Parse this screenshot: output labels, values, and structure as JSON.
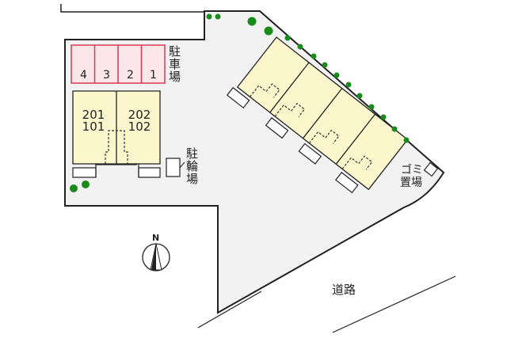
{
  "diagram": {
    "type": "site-plan",
    "colors": {
      "lot": "#f2f2f2",
      "building": "#fbf6cc",
      "parking": "#fbe6ea",
      "parking_border": "#d83a55",
      "tree": "#1a8a1a",
      "outline": "#222222"
    },
    "parking": {
      "label": "駐車場",
      "spaces": [
        "4",
        "3",
        "2",
        "1"
      ]
    },
    "building_left": {
      "units": [
        {
          "upper": "201",
          "lower": "101"
        },
        {
          "upper": "202",
          "lower": "102"
        }
      ]
    },
    "bicycle_parking": {
      "label": "駐輪場"
    },
    "garbage": {
      "label_top": "ゴミ",
      "label_bottom": "置場"
    },
    "road": {
      "label": "道路"
    },
    "compass": {
      "label": "N"
    }
  }
}
